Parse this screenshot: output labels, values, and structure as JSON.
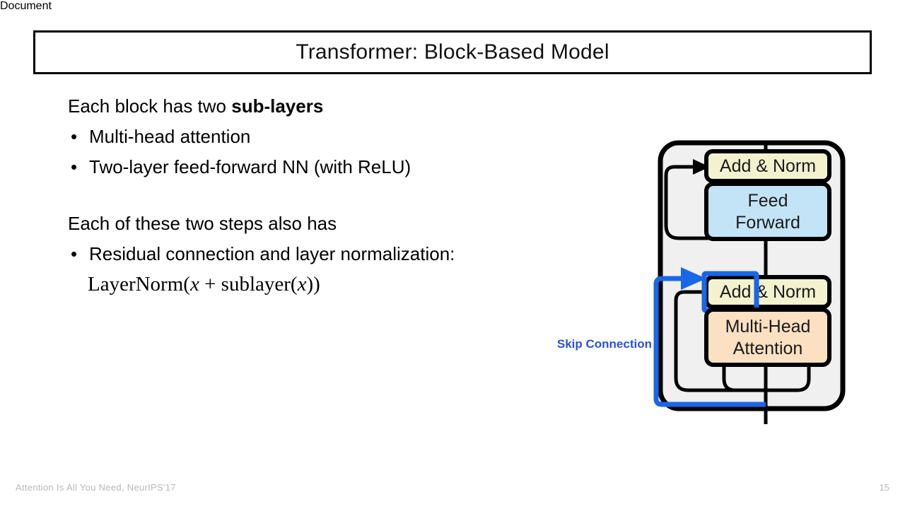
{
  "slide": {
    "title": "Transformer: Block-Based Model",
    "page_number": "15",
    "footer": "Attention Is All You Need, NeurIPS'17"
  },
  "content": {
    "section1": {
      "lead_prefix": "Each block has two ",
      "lead_bold": "sub-layers",
      "bullets": [
        "Multi-head attention",
        "Two-layer feed-forward NN (with ReLU)"
      ]
    },
    "section2": {
      "lead": "Each of these two steps also has",
      "bullets": [
        "Residual connection and layer normalization:"
      ],
      "formula": {
        "prefix": "LayerNorm(",
        "var1": "x",
        "operator": " + sublayer(",
        "var2": "x",
        "suffix": "))"
      }
    },
    "bullet_glyph": "•"
  },
  "diagram": {
    "label_skip_connection": "Skip Connection",
    "blocks": [
      {
        "id": "add-norm-top",
        "label": "Add & Norm",
        "fill": "#f2f2cf"
      },
      {
        "id": "feed-forward",
        "label_line1": "Feed",
        "label_line2": "Forward",
        "fill": "#c3e4f6"
      },
      {
        "id": "add-norm-bottom",
        "label": "Add & Norm",
        "fill": "#f2f2cf"
      },
      {
        "id": "multi-head-attention",
        "label_line1": "Multi-Head",
        "label_line2": "Attention",
        "fill": "#fbe0c2"
      }
    ],
    "colors": {
      "panel_fill": "#f0f0f0",
      "stroke": "#000000",
      "highlight": "#1a66e8",
      "skip_label": "#2a53d8"
    }
  }
}
